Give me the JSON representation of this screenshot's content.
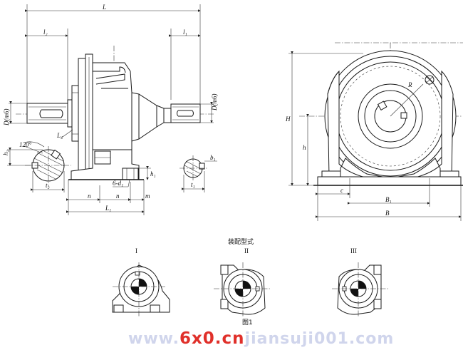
{
  "title": "装配型式",
  "figure_caption": "图1",
  "watermark": {
    "prefix": "www.",
    "brand": "6x0.cn",
    "suffix": "jiansuji001.com"
  },
  "labels": {
    "L": "L",
    "l2": "l₂",
    "l1": "l₁",
    "D_left": "D(m6)",
    "D_right": "D(m6)",
    "h2": "h₂",
    "angle": "120°",
    "L4": "L₄",
    "t2": "t₂",
    "n1": "n",
    "n2": "n",
    "m": "m",
    "holes": "6-d₁",
    "h1": "h₁",
    "b1": "b₁",
    "t1": "t₁",
    "L1": "L₁",
    "H": "H",
    "h": "h",
    "R": "R",
    "c": "c",
    "B1": "B₁",
    "B": "B"
  },
  "assembly_types": [
    "I",
    "II",
    "III"
  ]
}
